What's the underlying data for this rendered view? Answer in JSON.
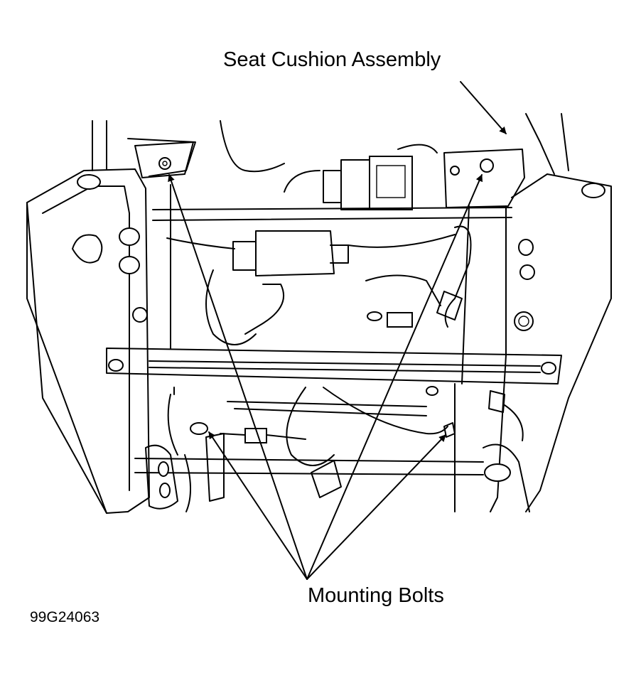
{
  "labels": {
    "seat_cushion_assembly": "Seat Cushion Assembly",
    "mounting_bolts": "Mounting Bolts",
    "figure_code": "99G24063"
  },
  "colors": {
    "line": "#000000",
    "background": "#ffffff"
  }
}
